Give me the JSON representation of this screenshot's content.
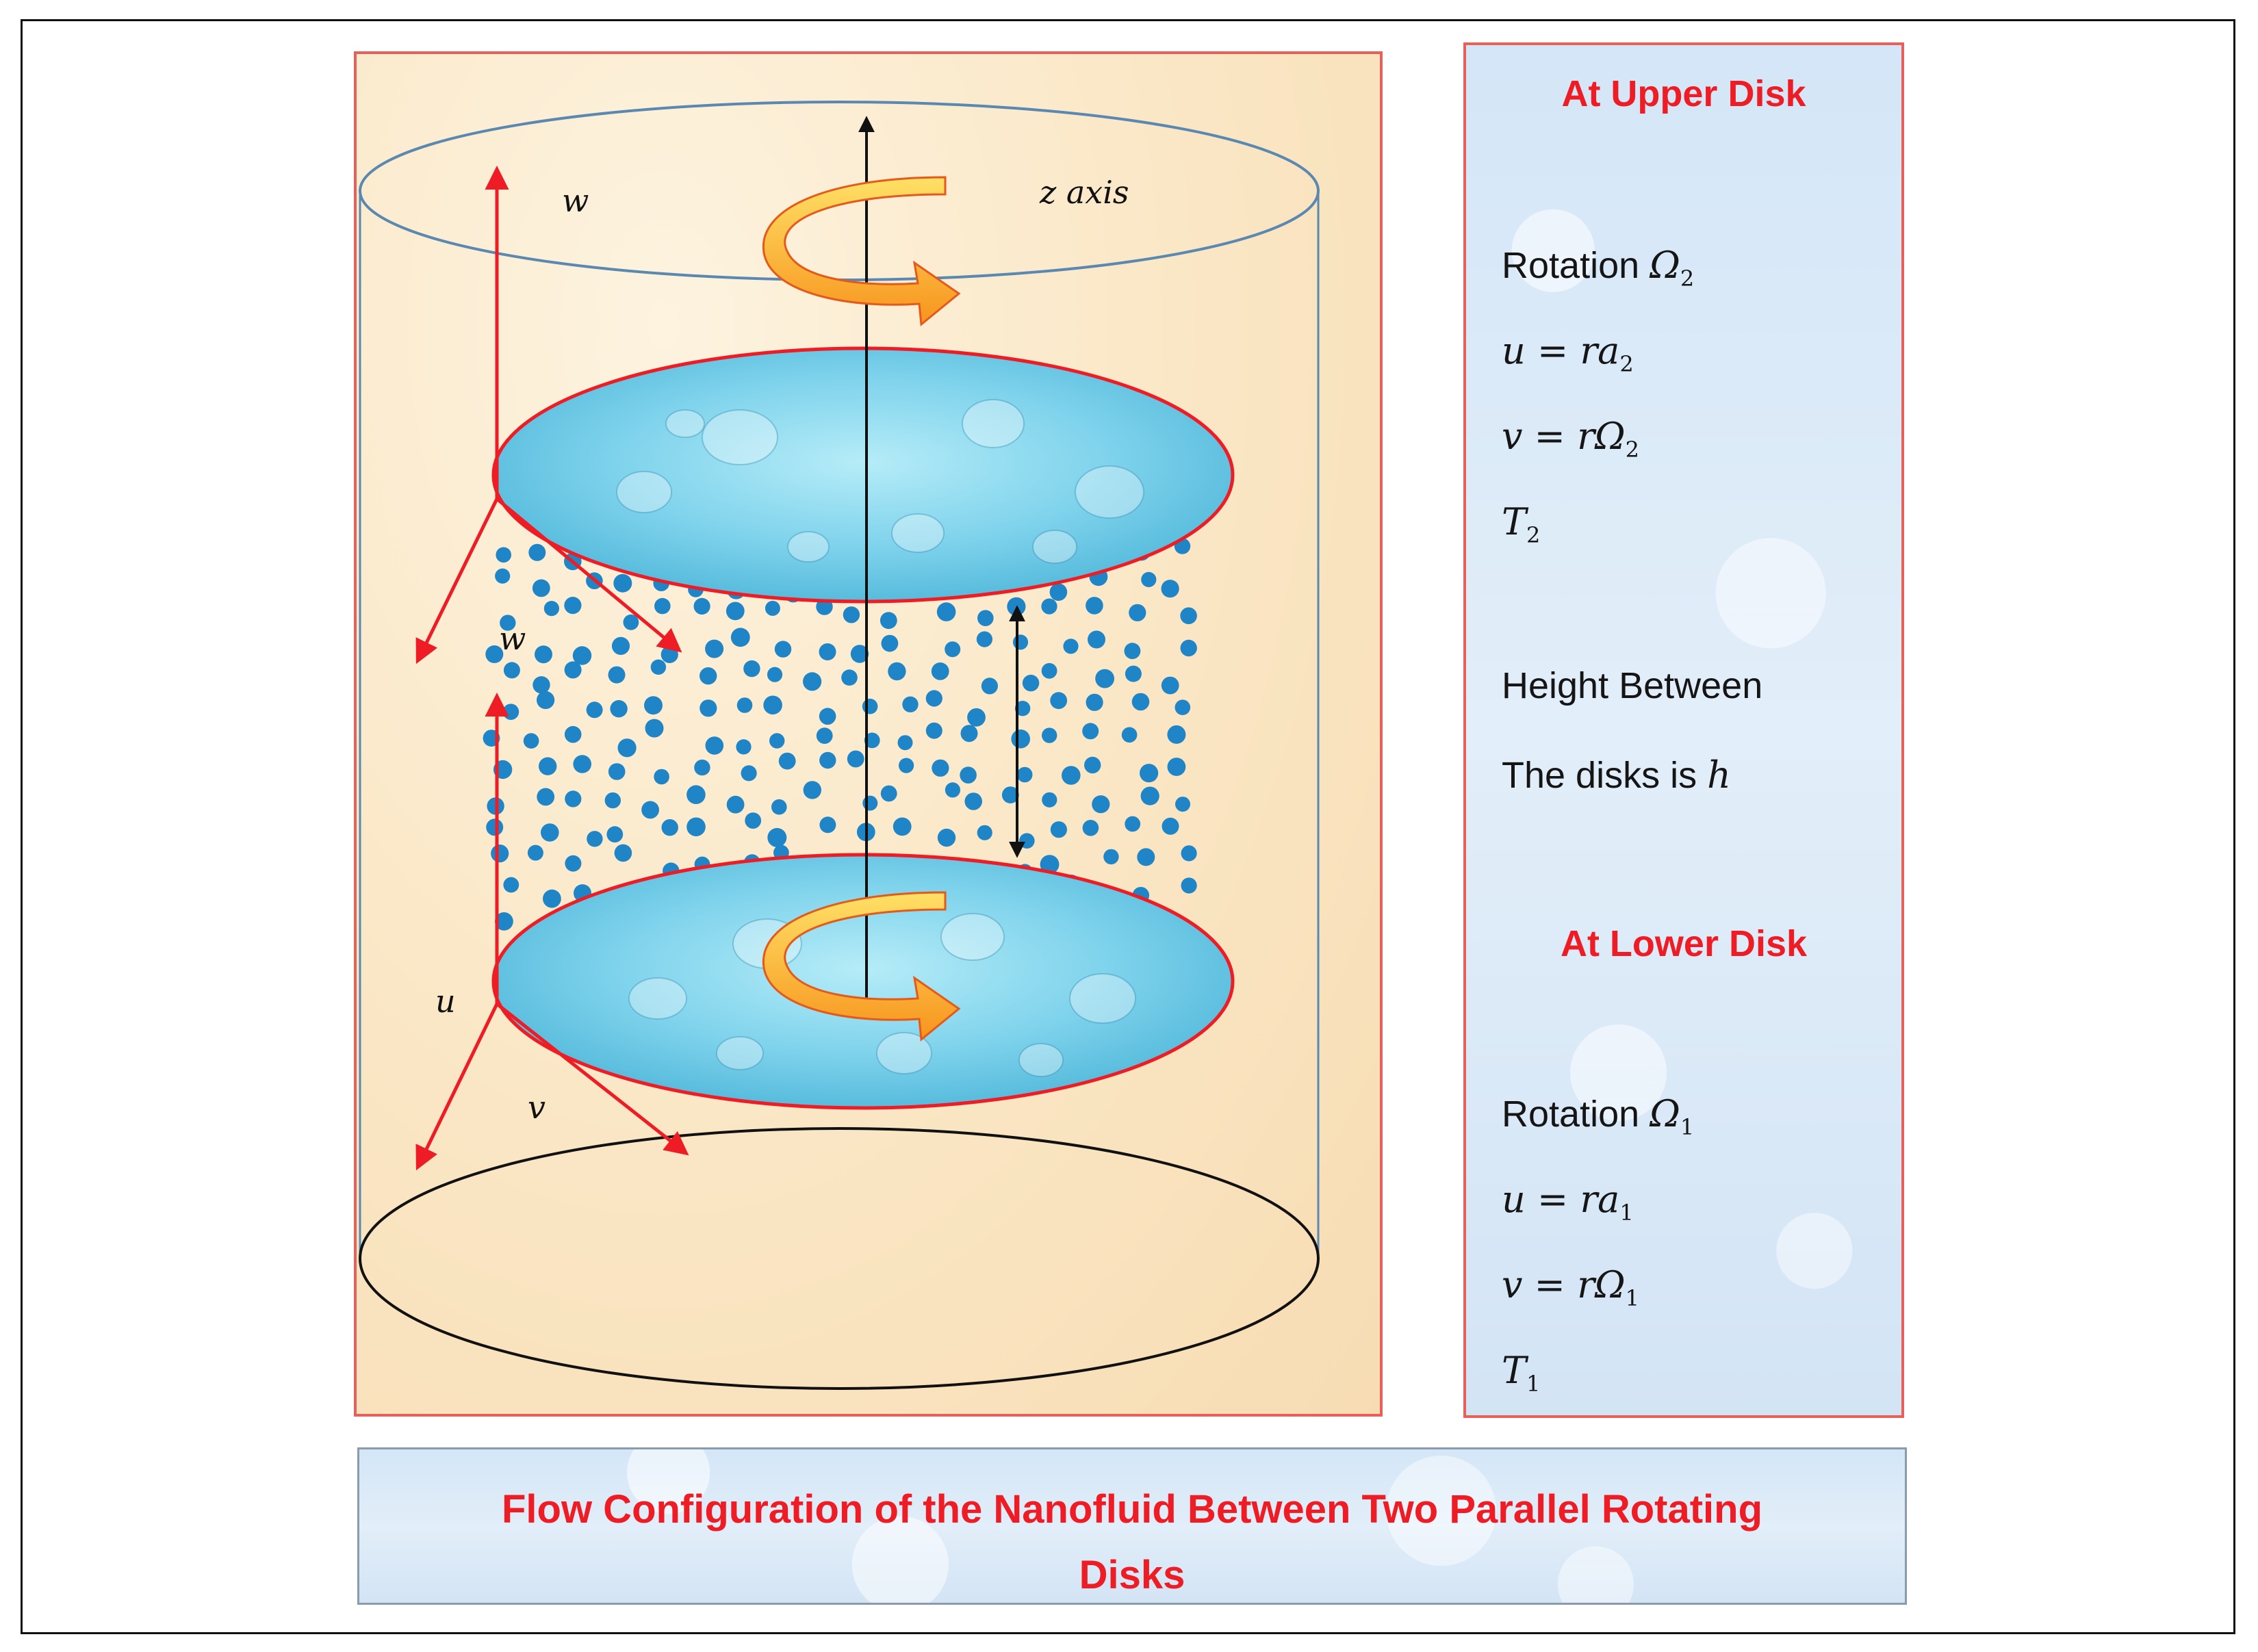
{
  "diagram": {
    "labels": {
      "z_axis": "z axis",
      "w_top": "w",
      "w_mid": "w",
      "u": "u",
      "v": "v"
    },
    "colors": {
      "disk_outline": "#ee1c24",
      "disk_fill": "#7fd3ec",
      "velocity_arrow": "#ee1c24",
      "rotation_arrow": "#f7941d",
      "nanoparticle": "#1f85c6",
      "background": "#fae6c4"
    }
  },
  "upper_disk": {
    "heading": "At Upper Disk",
    "rotation_prefix": "Rotation ",
    "rotation_symbol": "Ω",
    "rotation_index": "2",
    "u_expr": "u = ra",
    "u_index": "2",
    "v_expr": "v = rΩ",
    "v_index": "2",
    "t_symbol": "T",
    "t_index": "2"
  },
  "height": {
    "line1": "Height Between",
    "line2_prefix": "The disks is ",
    "line2_symbol": "h"
  },
  "lower_disk": {
    "heading": "At Lower Disk",
    "rotation_prefix": "Rotation ",
    "rotation_symbol": "Ω",
    "rotation_index": "1",
    "u_expr": "u = ra",
    "u_index": "1",
    "v_expr": "v = rΩ",
    "v_index": "1",
    "t_symbol": "T",
    "t_index": "1"
  },
  "caption": {
    "line1": "Flow Configuration of the Nanofluid Between Two Parallel Rotating",
    "line2": "Disks"
  }
}
